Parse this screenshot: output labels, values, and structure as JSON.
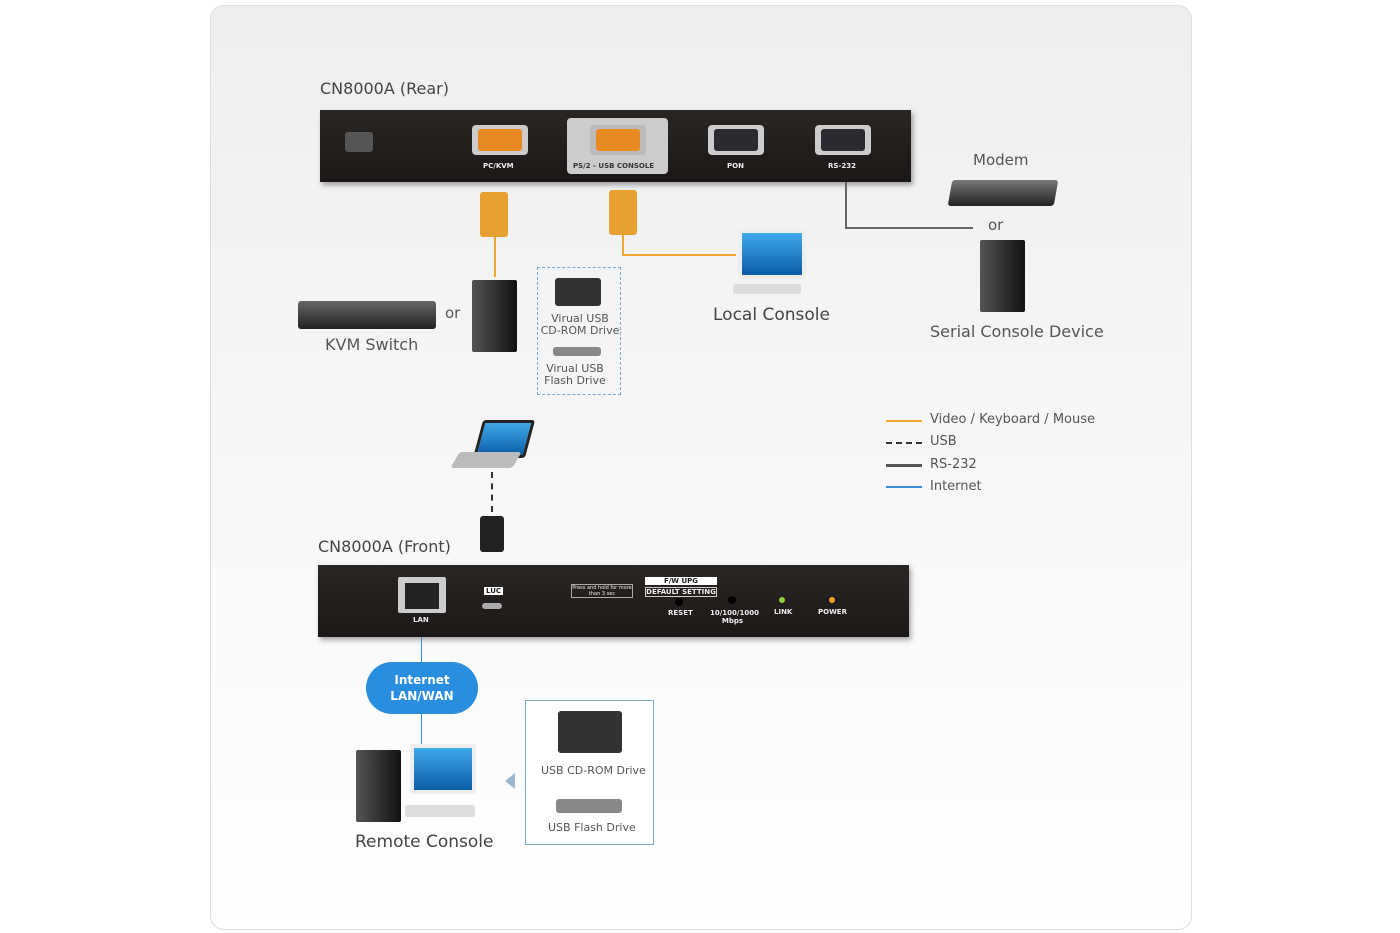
{
  "rear": {
    "title": "CN8000A (Rear)",
    "ports": [
      "PC/KVM",
      "PS/2 - USB CONSOLE",
      "PON",
      "RS-232"
    ]
  },
  "front": {
    "title": "CN8000A (Front)",
    "lan": "LAN",
    "luc": "LUC",
    "press": "Press and hold for more than 3 sec",
    "fw": "F/W UPG",
    "default": "DEFAULT SETTING",
    "reset": "RESET",
    "speed": "10/100/1000 Mbps",
    "link": "LINK",
    "power": "POWER"
  },
  "devices": {
    "modem": "Modem",
    "or1": "or",
    "serial": "Serial Console Device",
    "kvm": "KVM Switch",
    "or2": "or",
    "vcd": "Virual USB CD-ROM Drive",
    "vflash": "Virual USB Flash Drive",
    "local": "Local Console",
    "internet1": "Internet",
    "internet2": "LAN/WAN",
    "remote": "Remote Console",
    "cd": "USB CD-ROM Drive",
    "flash": "USB Flash Drive"
  },
  "legend": [
    {
      "label": "Video / Keyboard / Mouse",
      "color": "#f0a830",
      "style": "solid"
    },
    {
      "label": "USB",
      "color": "#333333",
      "style": "dashed"
    },
    {
      "label": "RS-232",
      "color": "#555555",
      "style": "solid"
    },
    {
      "label": "Internet",
      "color": "#3a8ad8",
      "style": "solid"
    }
  ]
}
